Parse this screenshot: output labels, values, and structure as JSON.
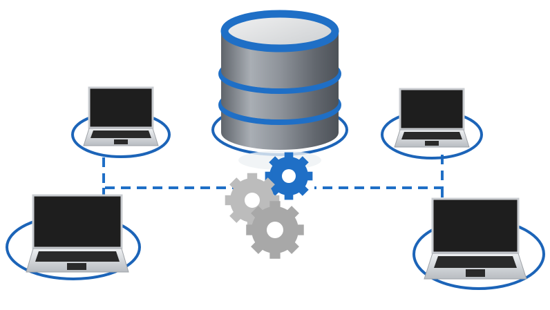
{
  "diagram": {
    "nodes": [
      {
        "id": "database",
        "type": "database-server"
      },
      {
        "id": "laptop-top-left",
        "type": "laptop"
      },
      {
        "id": "laptop-top-right",
        "type": "laptop"
      },
      {
        "id": "laptop-bottom-left",
        "type": "laptop"
      },
      {
        "id": "laptop-bottom-right",
        "type": "laptop"
      },
      {
        "id": "gear-blue",
        "type": "gear",
        "color": "#1f6fc6"
      },
      {
        "id": "gear-gray-left",
        "type": "gear",
        "color": "#b8b8b8"
      },
      {
        "id": "gear-gray-right",
        "type": "gear",
        "color": "#b8b8b8"
      }
    ],
    "connections": [
      {
        "from": "laptop-top-left",
        "to": "gear-gray-left",
        "style": "dashed"
      },
      {
        "from": "laptop-bottom-left",
        "to": "gear-gray-left",
        "style": "dashed"
      },
      {
        "from": "laptop-top-right",
        "to": "gear-blue",
        "style": "dashed"
      },
      {
        "from": "laptop-bottom-right",
        "to": "gear-blue",
        "style": "dashed"
      }
    ],
    "colors": {
      "accent_blue": "#1f6fc6",
      "ring_blue": "#1c64b8",
      "metal_gray": "#8a8f96",
      "screen_black": "#1e1e1e",
      "laptop_silver": "#d9dcdf"
    }
  }
}
